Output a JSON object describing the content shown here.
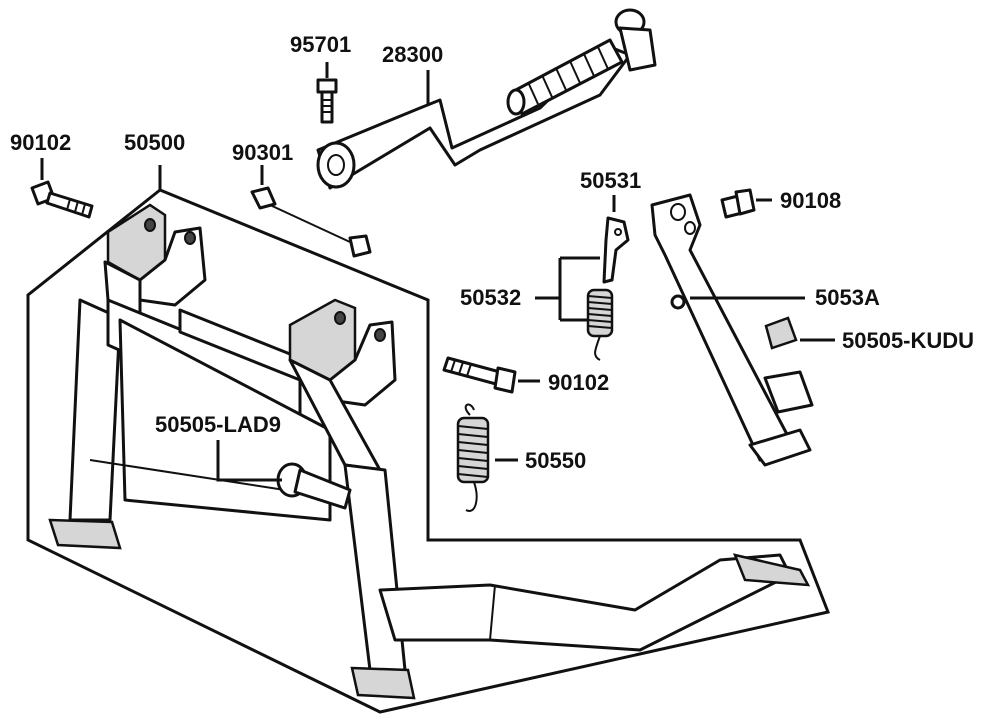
{
  "labels": {
    "p95701": "95701",
    "p28300": "28300",
    "p90102_top": "90102",
    "p50500": "50500",
    "p90301": "90301",
    "p50531": "50531",
    "p90108": "90108",
    "p50532": "50532",
    "p5053A": "5053A",
    "p50505_kudu": "50505-KUDU",
    "p90102_mid": "90102",
    "p50505_lad9": "50505-LAD9",
    "p50550": "50550"
  }
}
